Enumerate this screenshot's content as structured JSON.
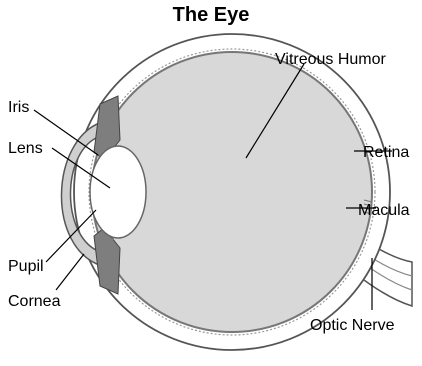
{
  "title": "The Eye",
  "labels": {
    "iris": "Iris",
    "lens": "Lens",
    "pupil": "Pupil",
    "cornea": "Cornea",
    "vitreous_humor": "Vitreous Humor",
    "retina": "Retina",
    "macula": "Macula",
    "optic_nerve": "Optic Nerve"
  },
  "colors": {
    "outline": "#555555",
    "vitreous": "#d8d8d8",
    "cornea_fill": "#cfcfcf",
    "iris_fill": "#7e7e7e",
    "lens_fill": "#ffffff",
    "wall": "#ffffff"
  }
}
